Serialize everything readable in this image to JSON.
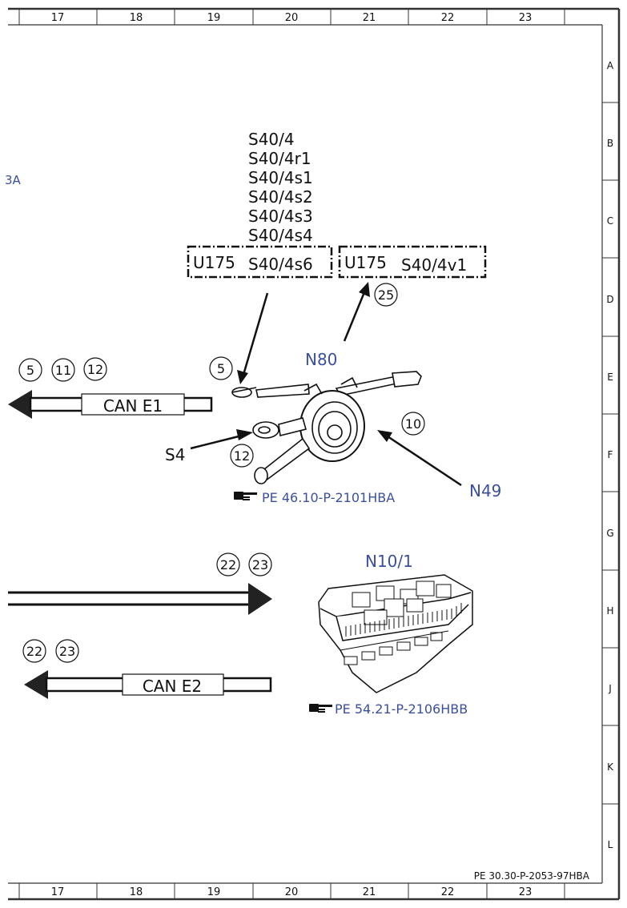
{
  "columns": [
    "17",
    "18",
    "19",
    "20",
    "21",
    "22",
    "23"
  ],
  "rows": [
    "A",
    "B",
    "C",
    "D",
    "E",
    "F",
    "G",
    "H",
    "J",
    "K",
    "L"
  ],
  "offpage_ref": "3A",
  "footer_ref": "PE 30.30-P-2053-97HBA",
  "switch_labels": [
    "S40/4",
    "S40/4r1",
    "S40/4s1",
    "S40/4s2",
    "S40/4s3",
    "S40/4s4"
  ],
  "box1": {
    "u": "U175",
    "s": "S40/4s6"
  },
  "box2": {
    "u": "U175",
    "s": "S40/4v1"
  },
  "n80": "N80",
  "n49": "N49",
  "s4": "S4",
  "n10": "N10/1",
  "ref1": "PE 46.10-P-2101HBA",
  "ref2": "PE 54.21-P-2106HBB",
  "can_e1": "CAN E1",
  "can_e2": "CAN E2",
  "callouts": {
    "c5a": "5",
    "c11": "11",
    "c12a": "12",
    "c5b": "5",
    "c25": "25",
    "c10": "10",
    "c12b": "12",
    "c22a": "22",
    "c23a": "23",
    "c22b": "22",
    "c23b": "23"
  },
  "colors": {
    "link": "#3b4fa0",
    "line": "#111111"
  }
}
